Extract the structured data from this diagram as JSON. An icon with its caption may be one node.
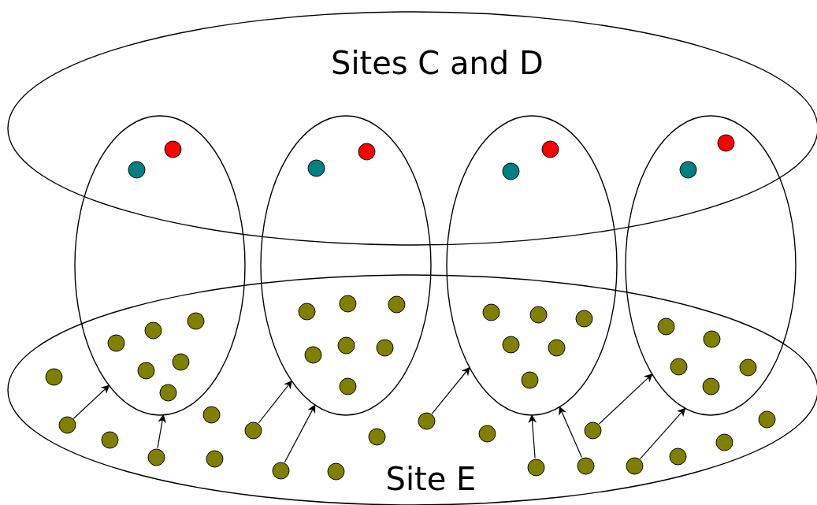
{
  "diagram": {
    "nodes": [
      {
        "text": [
          "Sites C and D"
        ]
      },
      {
        "text": [
          "Site E"
        ]
      },
      {
        "text": [],
        "shape": "ellipse"
      },
      {
        "text": [],
        "shape": "ellipse"
      },
      {
        "text": [],
        "shape": "ellipse"
      },
      {
        "text": [],
        "shape": "ellipse"
      },
      {
        "text": [],
        "shape": "circle"
      },
      {
        "text": [],
        "shape": "circle"
      },
      {
        "text": [],
        "shape": "circle"
      },
      {
        "text": [],
        "shape": "circle"
      },
      {
        "text": [],
        "shape": "circle"
      },
      {
        "text": [],
        "shape": "circle"
      },
      {
        "text": [],
        "shape": "circle"
      },
      {
        "text": [],
        "shape": "circle"
      },
      {
        "text": [],
        "shape": "circle"
      },
      {
        "text": [],
        "shape": "circle"
      },
      {
        "text": [],
        "shape": "circle"
      },
      {
        "text": [],
        "shape": "circle"
      },
      {
        "text": [],
        "shape": "circle"
      },
      {
        "text": [],
        "shape": "circle"
      },
      {
        "text": [],
        "shape": "circle"
      },
      {
        "text": [],
        "shape": "circle"
      },
      {
        "text": [],
        "shape": "circle"
      },
      {
        "text": [],
        "shape": "circle"
      },
      {
        "text": [],
        "shape": "circle"
      },
      {
        "text": [],
        "shape": "circle"
      },
      {
        "text": [],
        "shape": "circle"
      },
      {
        "text": [],
        "shape": "circle"
      },
      {
        "text": [],
        "shape": "circle"
      },
      {
        "text": [],
        "shape": "circle"
      },
      {
        "text": [],
        "shape": "circle"
      },
      {
        "text": [],
        "shape": "circle"
      },
      {
        "text": [],
        "shape": "circle"
      },
      {
        "text": [],
        "shape": "circle"
      },
      {
        "text": [],
        "shape": "circle"
      },
      {
        "text": [],
        "shape": "circle"
      },
      {
        "text": [],
        "shape": "circle"
      },
      {
        "text": [],
        "shape": "circle"
      },
      {
        "text": [],
        "shape": "circle",
        "in": 1
      },
      {
        "text": [],
        "shape": "circle",
        "in": 1
      },
      {
        "text": [],
        "shape": "circle",
        "in": 1
      },
      {
        "text": [],
        "shape": "circle",
        "in": 1
      },
      {
        "text": [],
        "shape": "circle",
        "in": 1
      },
      {
        "text": [],
        "shape": "circle",
        "in": 1
      },
      {
        "text": [],
        "shape": "circle",
        "in": 1
      },
      {
        "text": [],
        "shape": "circle",
        "in": 1
      },
      {
        "text": [],
        "shape": "circle",
        "in": 1
      },
      {
        "text": [],
        "shape": "circle",
        "in": 1
      },
      {
        "text": [],
        "shape": "circle",
        "in": 1
      },
      {
        "text": [],
        "shape": "circle",
        "in": 1
      },
      {
        "text": [],
        "shape": "circle",
        "in": 1
      },
      {
        "text": [],
        "shape": "circle",
        "in": 1
      },
      {
        "text": [],
        "shape": "circle",
        "in": 1
      },
      {
        "text": [],
        "shape": "circle",
        "in": 1
      },
      {
        "text": [],
        "shape": "circle",
        "in": 1
      },
      {
        "text": [],
        "shape": "circle",
        "in": 1
      },
      {
        "text": [],
        "shape": "circle",
        "in": 1
      }
    ],
    "edges": [
      {
        "from": 39,
        "to": 2,
        "arrow": "to"
      },
      {
        "from": 41,
        "to": 2,
        "arrow": "to"
      },
      {
        "from": 44,
        "to": 3,
        "arrow": "to"
      },
      {
        "from": 45,
        "to": 3,
        "arrow": "to"
      },
      {
        "from": 48,
        "to": 4,
        "arrow": "to"
      },
      {
        "from": 50,
        "to": 4,
        "arrow": "to"
      },
      {
        "from": 51,
        "to": 4,
        "arrow": "to"
      },
      {
        "from": 52,
        "to": 5,
        "arrow": "to"
      },
      {
        "from": 53,
        "to": 5,
        "arrow": "to"
      }
    ]
  }
}
